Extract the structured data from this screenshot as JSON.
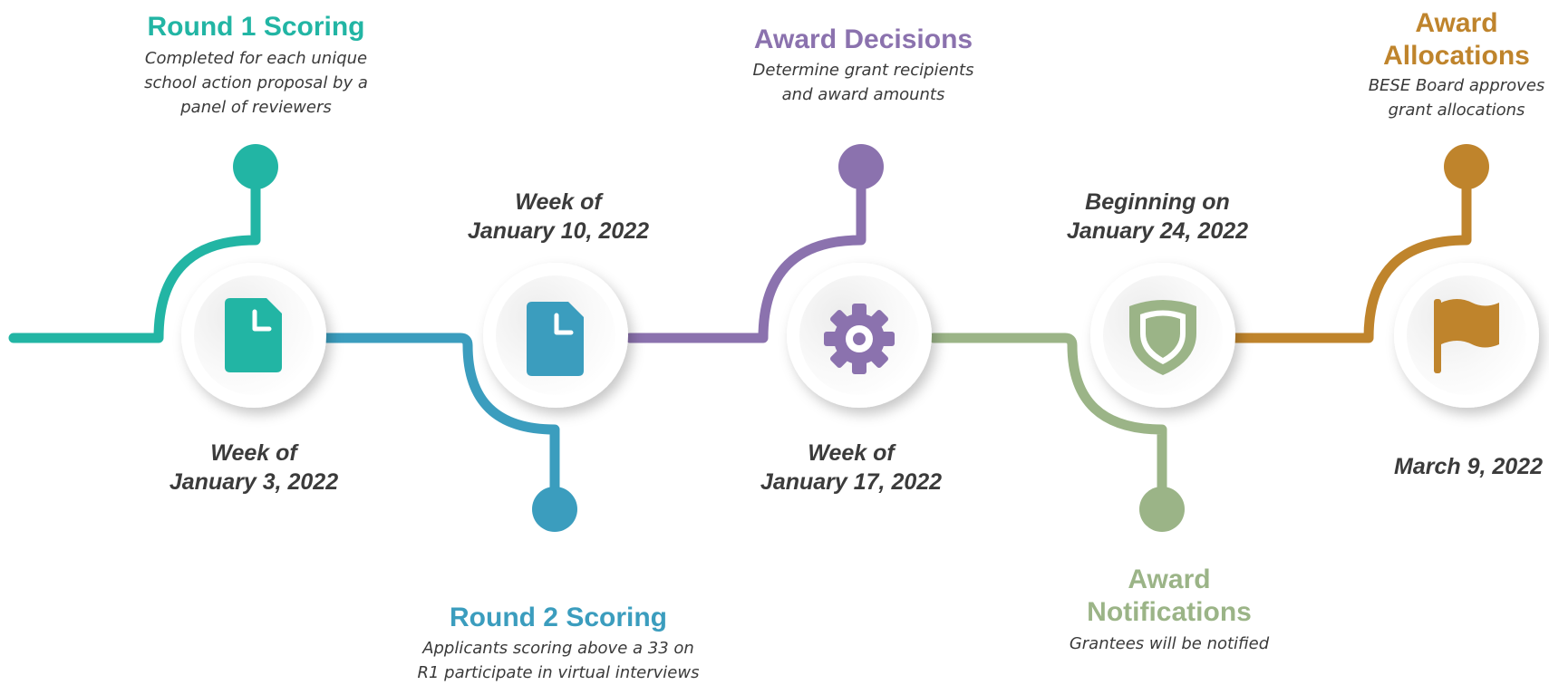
{
  "colors": {
    "teal": "#22b5a4",
    "blue": "#3b9dbe",
    "purple": "#8b72ae",
    "sage": "#9bb487",
    "amber": "#bf842c",
    "text_dark": "#3b3b3b",
    "node_fill": "#ffffff"
  },
  "milestones": [
    {
      "title": "Round 1 Scoring",
      "description": "Completed for each unique\nschool action proposal by a\npanel of reviewers",
      "date": "Week of\nJanuary 3, 2022",
      "icon": "document-icon",
      "color": "#22b5a4"
    },
    {
      "title": "Round 2 Scoring",
      "description": "Applicants scoring above a 33 on\nR1 participate in virtual interviews",
      "date": "Week of\nJanuary 10, 2022",
      "icon": "document-icon",
      "color": "#3b9dbe"
    },
    {
      "title": "Award Decisions",
      "description": "Determine grant recipients\nand award amounts",
      "date": "Week of\nJanuary 17, 2022",
      "icon": "gear-icon",
      "color": "#8b72ae"
    },
    {
      "title": "Award\nNotifications",
      "description": "Grantees will be notified",
      "date": "Beginning on\nJanuary 24, 2022",
      "icon": "shield-icon",
      "color": "#9bb487"
    },
    {
      "title": "Award\nAllocations",
      "description": "BESE Board approves\ngrant allocations",
      "date": "March 9, 2022",
      "icon": "flag-icon",
      "color": "#bf842c"
    }
  ]
}
